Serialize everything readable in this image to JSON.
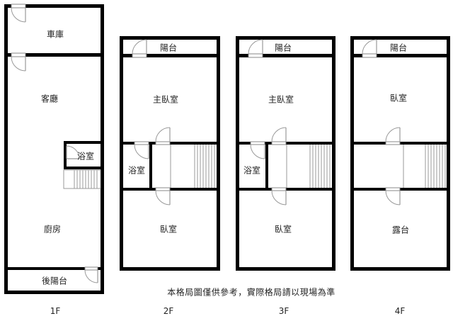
{
  "floors": [
    {
      "label": "1F",
      "rooms": {
        "garage": "車庫",
        "living_room": "客廳",
        "bathroom": "浴室",
        "kitchen": "廚房",
        "back_balcony": "後陽台"
      }
    },
    {
      "label": "2F",
      "rooms": {
        "balcony": "陽台",
        "master_bedroom": "主臥室",
        "bathroom": "浴室",
        "bedroom": "臥室"
      }
    },
    {
      "label": "3F",
      "rooms": {
        "balcony": "陽台",
        "master_bedroom": "主臥室",
        "bathroom": "浴室",
        "bedroom": "臥室"
      }
    },
    {
      "label": "4F",
      "rooms": {
        "balcony": "陽台",
        "bedroom": "臥室",
        "terrace": "露台"
      }
    }
  ],
  "disclaimer": "本格局圖僅供參考，實際格局請以現場為準",
  "colors": {
    "wall": "#000000",
    "fixture": "#999999",
    "background": "#ffffff"
  }
}
